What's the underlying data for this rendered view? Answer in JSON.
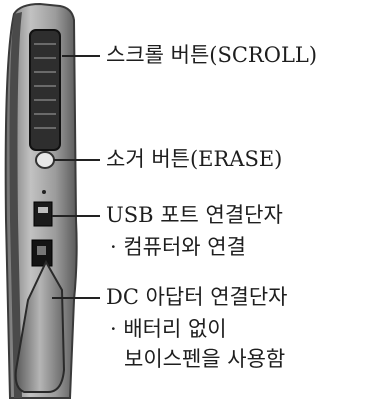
{
  "callouts": [
    {
      "id": "scroll",
      "title": "스크롤 버튼(SCROLL)",
      "notes": []
    },
    {
      "id": "erase",
      "title": "소거 버튼(ERASE)",
      "notes": []
    },
    {
      "id": "usb",
      "title": "USB 포트 연결단자",
      "notes": [
        "· 컴퓨터와 연결"
      ]
    },
    {
      "id": "dc",
      "title": "DC 아답터 연결단자",
      "notes": [
        "· 배터리 없이",
        "보이스펜을 사용함"
      ]
    }
  ],
  "colors": {
    "text": "#1e1e1e",
    "device_body": "#9a9a9a",
    "device_dark": "#3a3a3a",
    "leader": "#222222"
  }
}
